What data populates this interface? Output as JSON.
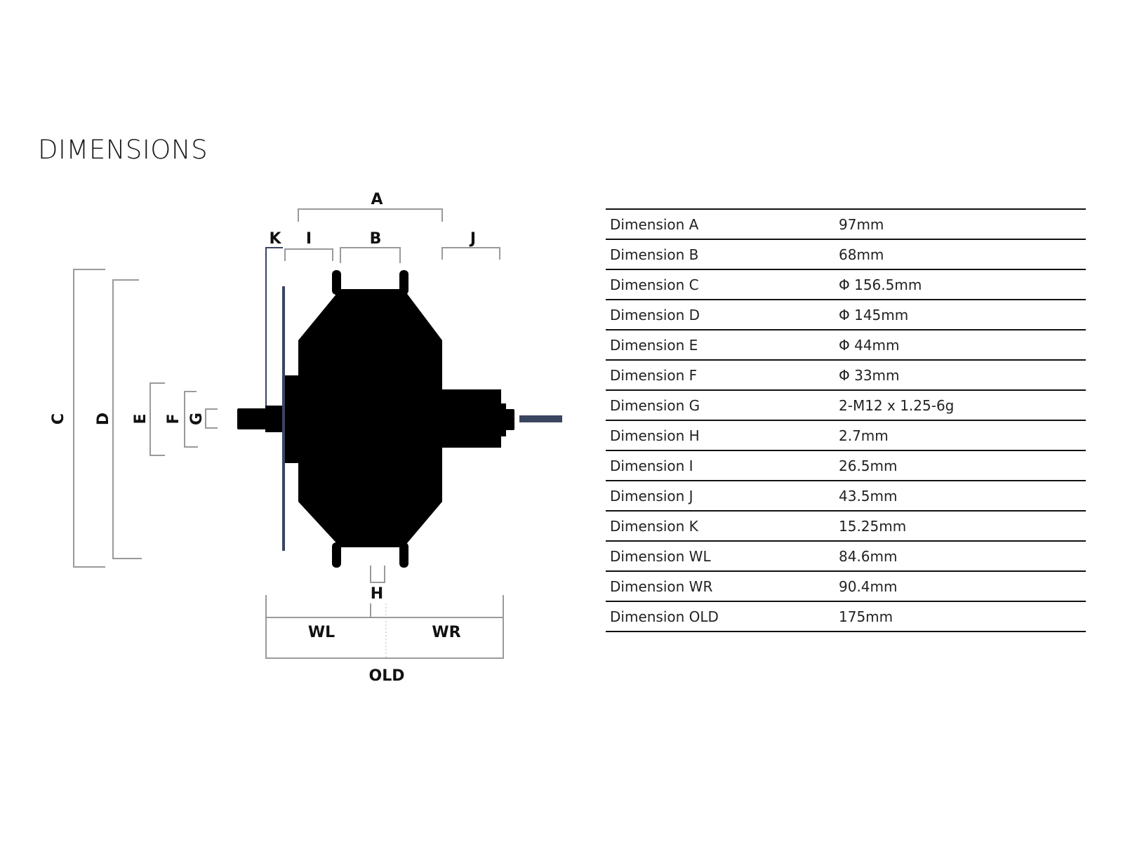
{
  "title": "DIMENSIONS",
  "diagram": {
    "labels": {
      "A": "A",
      "B": "B",
      "C": "C",
      "D": "D",
      "E": "E",
      "F": "F",
      "G": "G",
      "H": "H",
      "I": "I",
      "J": "J",
      "K": "K",
      "WL": "WL",
      "WR": "WR",
      "OLD": "OLD"
    },
    "colors": {
      "body": "#000000",
      "disc": "#3a4560",
      "bracket": "#9a9a9a"
    }
  },
  "table": {
    "rows": [
      {
        "label": "Dimension A",
        "value": "97mm"
      },
      {
        "label": "Dimension B",
        "value": "68mm"
      },
      {
        "label": "Dimension C",
        "value": "Φ 156.5mm"
      },
      {
        "label": "Dimension D",
        "value": "Φ 145mm"
      },
      {
        "label": "Dimension E",
        "value": "Φ 44mm"
      },
      {
        "label": "Dimension F",
        "value": "Φ 33mm"
      },
      {
        "label": "Dimension G",
        "value": "2-M12 x 1.25-6g"
      },
      {
        "label": "Dimension H",
        "value": "2.7mm"
      },
      {
        "label": "Dimension I",
        "value": "26.5mm"
      },
      {
        "label": "Dimension J",
        "value": "43.5mm"
      },
      {
        "label": "Dimension K",
        "value": "15.25mm"
      },
      {
        "label": "Dimension WL",
        "value": "84.6mm"
      },
      {
        "label": "Dimension WR",
        "value": "90.4mm"
      },
      {
        "label": "Dimension OLD",
        "value": "175mm"
      }
    ]
  }
}
